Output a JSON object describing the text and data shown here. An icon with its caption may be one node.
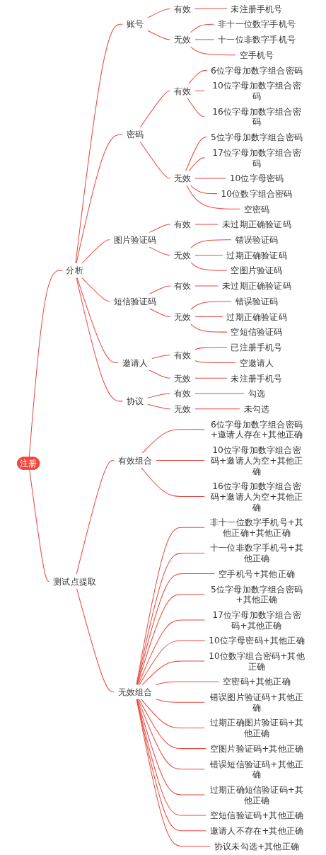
{
  "diagram": {
    "nodes": [
      {
        "text": [
          "注册"
        ]
      },
      {
        "text": [
          "分析"
        ]
      },
      {
        "text": [
          "账号"
        ]
      },
      {
        "text": [
          "有效"
        ]
      },
      {
        "text": [
          "未注册手机号"
        ]
      },
      {
        "text": [
          "无效"
        ]
      },
      {
        "text": [
          "非十一位数字手机号"
        ]
      },
      {
        "text": [
          "十一位非数字手机号"
        ]
      },
      {
        "text": [
          "空手机号"
        ]
      },
      {
        "text": [
          "密码"
        ]
      },
      {
        "text": [
          "有效"
        ]
      },
      {
        "text": [
          "6位字母加数字组合密码"
        ]
      },
      {
        "text": [
          "10位字母加数字组合密码"
        ]
      },
      {
        "text": [
          "16位字母加数字组合密码"
        ]
      },
      {
        "text": [
          "无效"
        ]
      },
      {
        "text": [
          "5位字母加数字组合密码"
        ]
      },
      {
        "text": [
          "17位字母加数字组合密码"
        ]
      },
      {
        "text": [
          "10位字母密码"
        ]
      },
      {
        "text": [
          "10位数字组合密码"
        ]
      },
      {
        "text": [
          "空密码"
        ]
      },
      {
        "text": [
          "图片验证码"
        ]
      },
      {
        "text": [
          "有效"
        ]
      },
      {
        "text": [
          "未过期正确验证码"
        ]
      },
      {
        "text": [
          "无效"
        ]
      },
      {
        "text": [
          "错误验证码"
        ]
      },
      {
        "text": [
          "过期正确验证码"
        ]
      },
      {
        "text": [
          "空图片验证码"
        ]
      },
      {
        "text": [
          "短信验证码"
        ]
      },
      {
        "text": [
          "有效"
        ]
      },
      {
        "text": [
          "未过期正确验证码"
        ]
      },
      {
        "text": [
          "无效"
        ]
      },
      {
        "text": [
          "错误验证码"
        ]
      },
      {
        "text": [
          "过期正确验证码"
        ]
      },
      {
        "text": [
          "空短信验证码"
        ]
      },
      {
        "text": [
          "邀请人"
        ]
      },
      {
        "text": [
          "有效"
        ]
      },
      {
        "text": [
          "已注册手机号"
        ]
      },
      {
        "text": [
          "空邀请人"
        ]
      },
      {
        "text": [
          "无效"
        ]
      },
      {
        "text": [
          "未注册手机号"
        ]
      },
      {
        "text": [
          "协议"
        ]
      },
      {
        "text": [
          "有效"
        ]
      },
      {
        "text": [
          "勾选"
        ]
      },
      {
        "text": [
          "无效"
        ]
      },
      {
        "text": [
          "未勾选"
        ]
      },
      {
        "text": [
          "测试点提取"
        ]
      },
      {
        "text": [
          "有效组合"
        ]
      },
      {
        "text": [
          "6位字母加数字组合密码+邀请人存在+其他正确"
        ]
      },
      {
        "text": [
          "10位字母加数字组合密码+邀请人为空+其他正确"
        ]
      },
      {
        "text": [
          "16位字母加数字组合密码+邀请人为空+其他正确"
        ]
      },
      {
        "text": [
          "无效组合"
        ]
      },
      {
        "text": [
          "非十一位数字手机号+其他正确+其他正确"
        ]
      },
      {
        "text": [
          "十一位非数字手机号+其他正确"
        ]
      },
      {
        "text": [
          "空手机号+其他正确"
        ]
      },
      {
        "text": [
          "5位字母加数字组合密码+其他正确"
        ]
      },
      {
        "text": [
          "17位字母加数字组合密码+其他正确"
        ]
      },
      {
        "text": [
          "10位字母密码+其他正确"
        ]
      },
      {
        "text": [
          "10位数字组合密码+其他正确"
        ]
      },
      {
        "text": [
          "空密码+其他正确"
        ]
      },
      {
        "text": [
          "错误图片验证码+其他正确"
        ]
      },
      {
        "text": [
          "过期正确图片验证码+其他正确"
        ]
      },
      {
        "text": [
          "空图片验证码+其他正确"
        ]
      },
      {
        "text": [
          "错误短信验证码+其他正确"
        ]
      },
      {
        "text": [
          "过期正确短信验证码+其他正确"
        ]
      },
      {
        "text": [
          "空短信验证码+其他正确"
        ]
      },
      {
        "text": [
          "邀请人不存在+其他正确"
        ]
      },
      {
        "text": [
          "协议未勾选+其他正确"
        ]
      }
    ],
    "edges": [
      {
        "from": 0,
        "to": 1,
        "arrow": "none"
      },
      {
        "from": 1,
        "to": 2,
        "arrow": "none"
      },
      {
        "from": 2,
        "to": 3,
        "arrow": "none"
      },
      {
        "from": 3,
        "to": 4,
        "arrow": "none"
      },
      {
        "from": 2,
        "to": 5,
        "arrow": "none"
      },
      {
        "from": 5,
        "to": 6,
        "arrow": "none"
      },
      {
        "from": 5,
        "to": 7,
        "arrow": "none"
      },
      {
        "from": 5,
        "to": 8,
        "arrow": "none"
      },
      {
        "from": 1,
        "to": 9,
        "arrow": "none"
      },
      {
        "from": 9,
        "to": 10,
        "arrow": "none"
      },
      {
        "from": 10,
        "to": 11,
        "arrow": "none"
      },
      {
        "from": 10,
        "to": 12,
        "arrow": "none"
      },
      {
        "from": 10,
        "to": 13,
        "arrow": "none"
      },
      {
        "from": 9,
        "to": 14,
        "arrow": "none"
      },
      {
        "from": 14,
        "to": 15,
        "arrow": "none"
      },
      {
        "from": 14,
        "to": 16,
        "arrow": "none"
      },
      {
        "from": 14,
        "to": 17,
        "arrow": "none"
      },
      {
        "from": 14,
        "to": 18,
        "arrow": "none"
      },
      {
        "from": 14,
        "to": 19,
        "arrow": "none"
      },
      {
        "from": 1,
        "to": 20,
        "arrow": "none"
      },
      {
        "from": 20,
        "to": 21,
        "arrow": "none"
      },
      {
        "from": 21,
        "to": 22,
        "arrow": "none"
      },
      {
        "from": 20,
        "to": 23,
        "arrow": "none"
      },
      {
        "from": 23,
        "to": 24,
        "arrow": "none"
      },
      {
        "from": 23,
        "to": 25,
        "arrow": "none"
      },
      {
        "from": 23,
        "to": 26,
        "arrow": "none"
      },
      {
        "from": 1,
        "to": 27,
        "arrow": "none"
      },
      {
        "from": 27,
        "to": 28,
        "arrow": "none"
      },
      {
        "from": 28,
        "to": 29,
        "arrow": "none"
      },
      {
        "from": 27,
        "to": 30,
        "arrow": "none"
      },
      {
        "from": 30,
        "to": 31,
        "arrow": "none"
      },
      {
        "from": 30,
        "to": 32,
        "arrow": "none"
      },
      {
        "from": 30,
        "to": 33,
        "arrow": "none"
      },
      {
        "from": 1,
        "to": 34,
        "arrow": "none"
      },
      {
        "from": 34,
        "to": 35,
        "arrow": "none"
      },
      {
        "from": 35,
        "to": 36,
        "arrow": "none"
      },
      {
        "from": 35,
        "to": 37,
        "arrow": "none"
      },
      {
        "from": 34,
        "to": 38,
        "arrow": "none"
      },
      {
        "from": 38,
        "to": 39,
        "arrow": "none"
      },
      {
        "from": 1,
        "to": 40,
        "arrow": "none"
      },
      {
        "from": 40,
        "to": 41,
        "arrow": "none"
      },
      {
        "from": 41,
        "to": 42,
        "arrow": "none"
      },
      {
        "from": 40,
        "to": 43,
        "arrow": "none"
      },
      {
        "from": 43,
        "to": 44,
        "arrow": "none"
      },
      {
        "from": 0,
        "to": 45,
        "arrow": "none"
      },
      {
        "from": 45,
        "to": 46,
        "arrow": "none"
      },
      {
        "from": 46,
        "to": 47,
        "arrow": "none"
      },
      {
        "from": 46,
        "to": 48,
        "arrow": "none"
      },
      {
        "from": 46,
        "to": 49,
        "arrow": "none"
      },
      {
        "from": 45,
        "to": 50,
        "arrow": "none"
      },
      {
        "from": 50,
        "to": 51,
        "arrow": "none"
      },
      {
        "from": 50,
        "to": 52,
        "arrow": "none"
      },
      {
        "from": 50,
        "to": 53,
        "arrow": "none"
      },
      {
        "from": 50,
        "to": 54,
        "arrow": "none"
      },
      {
        "from": 50,
        "to": 55,
        "arrow": "none"
      },
      {
        "from": 50,
        "to": 56,
        "arrow": "none"
      },
      {
        "from": 50,
        "to": 57,
        "arrow": "none"
      },
      {
        "from": 50,
        "to": 58,
        "arrow": "none"
      },
      {
        "from": 50,
        "to": 59,
        "arrow": "none"
      },
      {
        "from": 50,
        "to": 60,
        "arrow": "none"
      },
      {
        "from": 50,
        "to": 61,
        "arrow": "none"
      },
      {
        "from": 50,
        "to": 62,
        "arrow": "none"
      },
      {
        "from": 50,
        "to": 63,
        "arrow": "none"
      },
      {
        "from": 50,
        "to": 64,
        "arrow": "none"
      },
      {
        "from": 50,
        "to": 65,
        "arrow": "none"
      },
      {
        "from": 50,
        "to": 66,
        "arrow": "none"
      }
    ]
  }
}
